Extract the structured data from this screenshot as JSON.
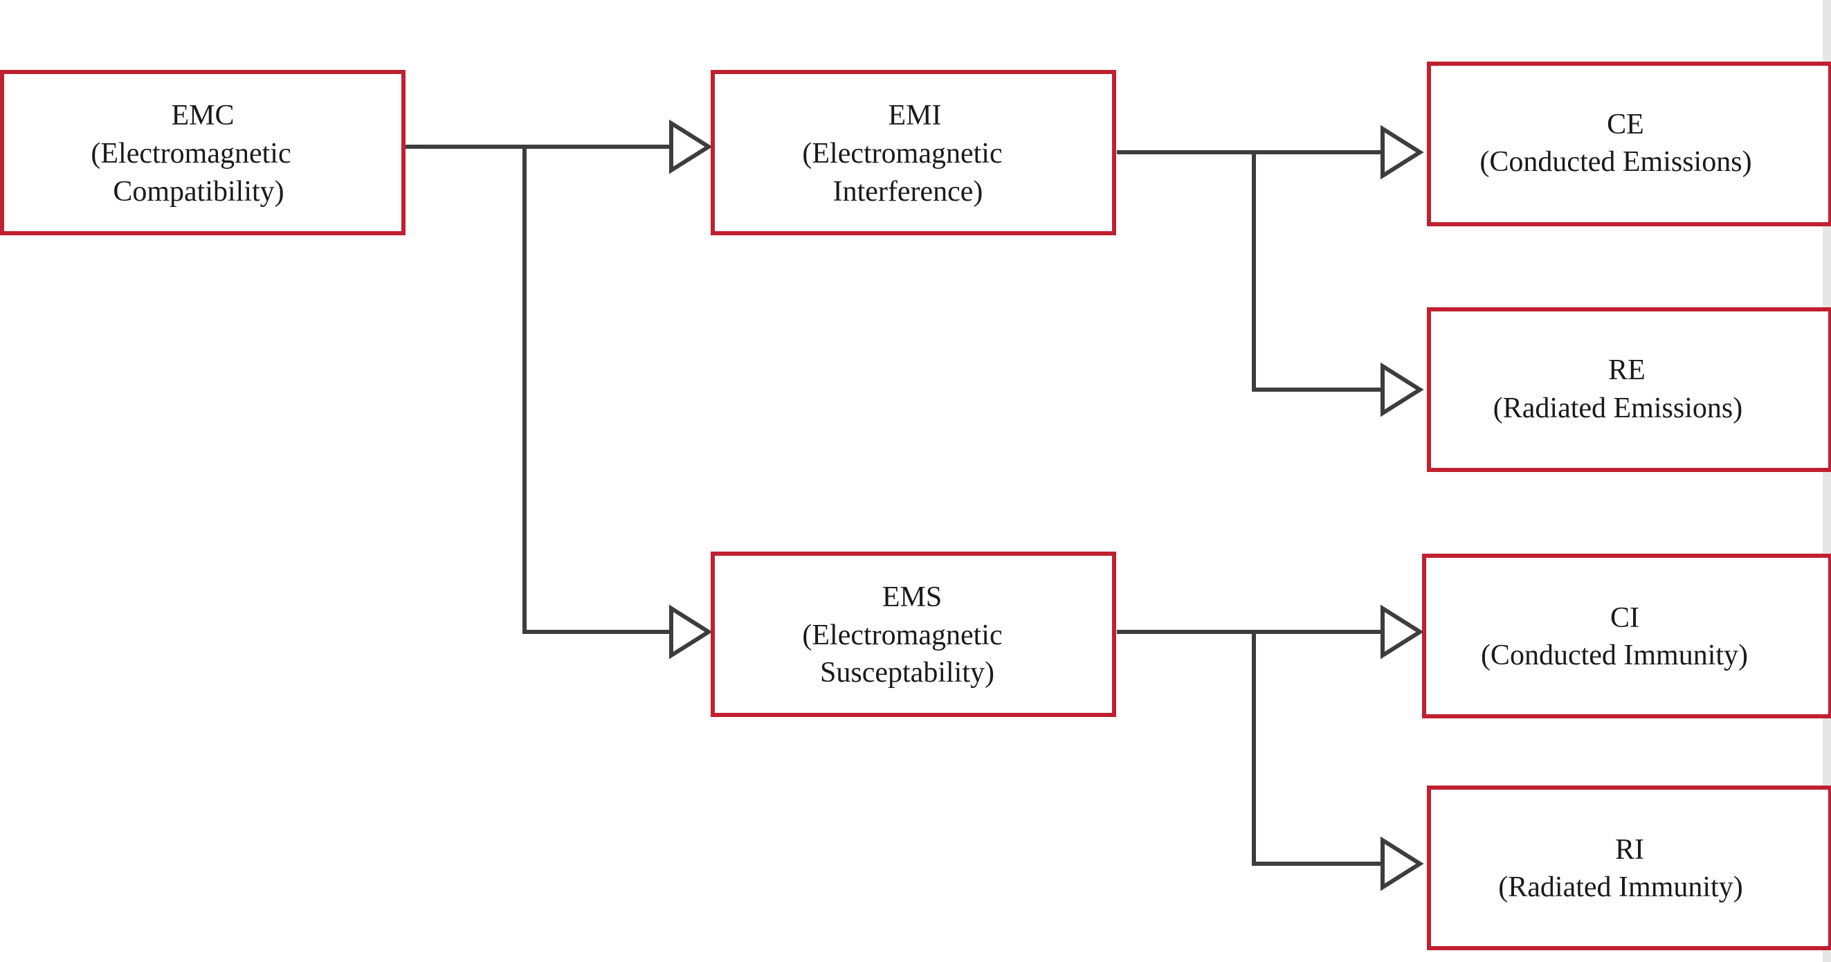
{
  "colors": {
    "box_border": "#c0202f",
    "connector": "#3d3d3d",
    "text": "#1a1a1a",
    "background": "#ffffff"
  },
  "nodes": {
    "emc": {
      "abbr": "EMC",
      "line1": "(Electromagnetic",
      "line2": "Compatibility)"
    },
    "emi": {
      "abbr": "EMI",
      "line1": "(Electromagnetic",
      "line2": "Interference)"
    },
    "ems": {
      "abbr": "EMS",
      "line1": "(Electromagnetic",
      "line2": "Susceptability)"
    },
    "ce": {
      "abbr": "CE",
      "line1": "(Conducted Emissions)"
    },
    "re": {
      "abbr": "RE",
      "line1": "(Radiated Emissions)"
    },
    "ci": {
      "abbr": "CI",
      "line1": "(Conducted Immunity)"
    },
    "ri": {
      "abbr": "RI",
      "line1": "(Radiated Immunity)"
    }
  },
  "edges": [
    {
      "from": "EMC",
      "to": "EMI"
    },
    {
      "from": "EMC",
      "to": "EMS"
    },
    {
      "from": "EMI",
      "to": "CE"
    },
    {
      "from": "EMI",
      "to": "RE"
    },
    {
      "from": "EMS",
      "to": "CI"
    },
    {
      "from": "EMS",
      "to": "RI"
    }
  ]
}
